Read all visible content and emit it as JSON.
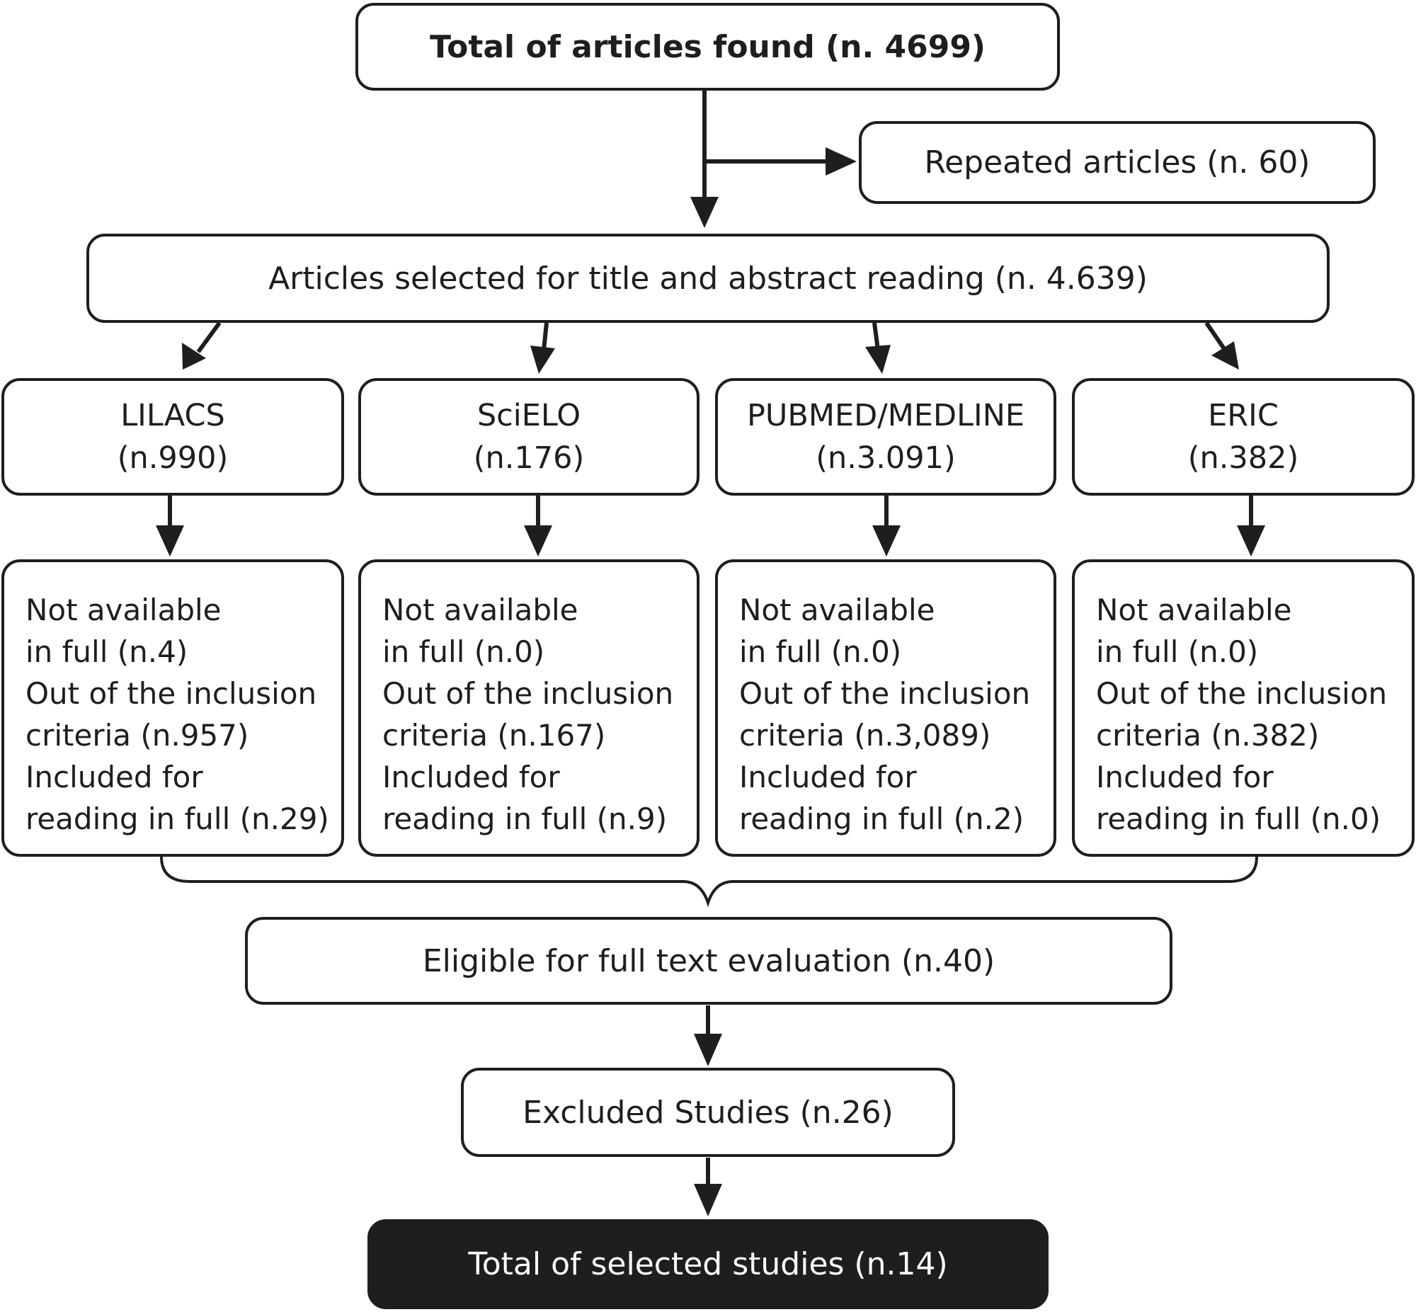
{
  "total_found": "Total of articles found (n. 4699)",
  "repeated": "Repeated articles (n. 60)",
  "selected": "Articles selected for title and abstract reading (n. 4.639)",
  "databases": [
    {
      "name": "LILACS",
      "count": "(n.990)",
      "lines": [
        "Not available",
        "in full (n.4)",
        "Out of the inclusion",
        "criteria (n.957)",
        "Included for",
        "reading in full (n.29)"
      ]
    },
    {
      "name": "SciELO",
      "count": "(n.176)",
      "lines": [
        "Not available",
        "in full (n.0)",
        "Out of the inclusion",
        "criteria (n.167)",
        "Included for",
        "reading in full (n.9)"
      ]
    },
    {
      "name": "PUBMED/MEDLINE",
      "count": "(n.3.091)",
      "lines": [
        "Not available",
        "in full (n.0)",
        "Out of the inclusion",
        "criteria (n.3,089)",
        "Included for",
        "reading in full (n.2)"
      ]
    },
    {
      "name": "ERIC",
      "count": "(n.382)",
      "lines": [
        "Not available",
        "in full (n.0)",
        "Out of the inclusion",
        "criteria (n.382)",
        "Included for",
        "reading in full (n.0)"
      ]
    }
  ],
  "eligible": "Eligible for full text evaluation (n.40)",
  "excluded": "Excluded Studies (n.26)",
  "final": "Total of selected studies (n.14)"
}
